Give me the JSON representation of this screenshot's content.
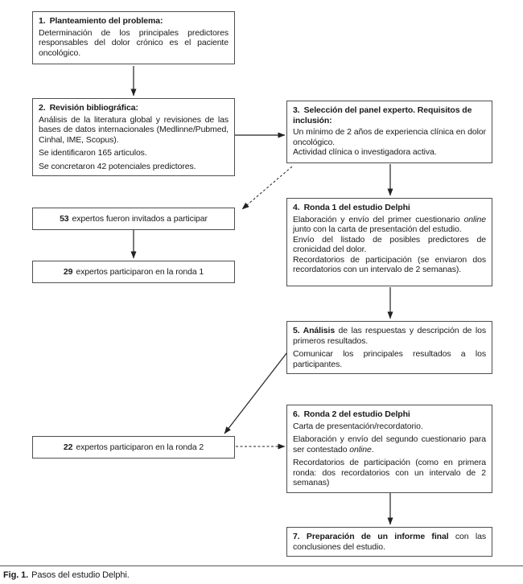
{
  "figure": {
    "caption_label": "Fig. 1.",
    "caption_text": "Pasos del estudio Delphi."
  },
  "boxes": {
    "b1": {
      "num": "1.",
      "title": "Planteamiento del problema:",
      "p1": "Determinación de los principales predictores responsables del dolor crónico es el paciente oncológico."
    },
    "b2": {
      "num": "2.",
      "title": "Revisión bibliográfica:",
      "p1": "Análisis de la literatura global y revisiones de las bases de datos internacionales (Medlinne/Pubmed, Cinhal, IME, Scopus).",
      "p2": "Se identificaron 165 articulos.",
      "p3": "Se concretaron 42 potenciales predictores."
    },
    "b3": {
      "num": "3.",
      "title": "Selección del panel experto. Requisitos de inclusión:",
      "p1": "Un mínimo de 2 años de experiencia clínica en dolor oncológico.",
      "p2": "Actividad clínica o investigadora activa."
    },
    "b4": {
      "num": "4.",
      "title": "Ronda 1 del estudio Delphi",
      "p1a": "Elaboración y envío del primer cuestionario ",
      "p1_italic": "online",
      "p1b": " junto con la carta de presentación del estudio.",
      "p2": "Envío del listado de posibles predictores de cronicidad del dolor.",
      "p3": "Recordatorios de participación (se enviaron dos recordatorios con un intervalo de 2 semanas)."
    },
    "b5": {
      "title_bold": "5. Análisis",
      "p1_rest": " de las respuestas y descripción de los primeros resultados.",
      "p2": "Comunicar los principales resultados a los participantes."
    },
    "b6": {
      "num": "6.",
      "title": "Ronda 2 del estudio Delphi",
      "p1": "Carta de presentación/recordatorio.",
      "p2a": "Elaboración y envío del segundo cuestionario para ser contestado ",
      "p2_italic": "online",
      "p2b": ".",
      "p3": "Recordatorios de participación (como en primera ronda: dos recordatorios con un intervalo de 2 semanas)"
    },
    "b7": {
      "title_bold": "7. Preparación de un informe final",
      "rest": " con las conclusiones del estudio."
    },
    "s53": {
      "num": "53",
      "text": "expertos fueron invitados a participar"
    },
    "s29": {
      "num": "29",
      "text": "expertos participaron en la ronda 1"
    },
    "s22": {
      "num": "22",
      "text": "expertos participaron en la ronda 2"
    }
  },
  "connectors": [
    {
      "from": "box-1",
      "to": "box-2",
      "style": "solid"
    },
    {
      "from": "box-2",
      "to": "box-3",
      "style": "solid"
    },
    {
      "from": "box-3",
      "to": "box-4",
      "style": "solid"
    },
    {
      "from": "box-3",
      "to": "box-53-expertos",
      "style": "dashed"
    },
    {
      "from": "box-53-expertos",
      "to": "box-29-expertos",
      "style": "solid"
    },
    {
      "from": "box-4",
      "to": "box-5",
      "style": "solid"
    },
    {
      "from": "box-5",
      "to": "box-22-expertos",
      "style": "solid"
    },
    {
      "from": "box-22-expertos",
      "to": "box-6",
      "style": "dashed"
    },
    {
      "from": "box-6",
      "to": "box-7",
      "style": "solid"
    }
  ],
  "colors": {
    "background": "#ffffff",
    "text": "#1a1a1a",
    "box_border": "#4f4f4f",
    "arrow": "#222222"
  }
}
